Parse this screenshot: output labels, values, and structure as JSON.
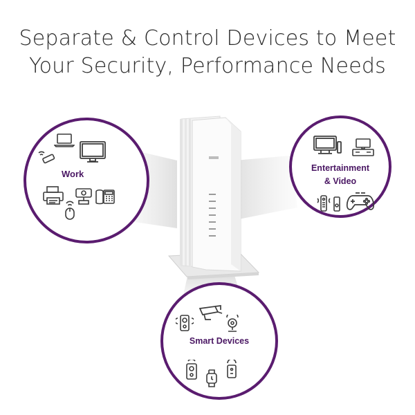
{
  "headline": {
    "line1": "Separate & Control Devices to Meet",
    "line2": "Your Security, Performance Needs"
  },
  "categories": {
    "work": {
      "label": "Work"
    },
    "entertainment": {
      "label_line1": "Entertainment",
      "label_line2": "& Video"
    },
    "smart": {
      "label": "Smart Devices"
    }
  },
  "colors": {
    "accent": "#5a1c6f",
    "label": "#4a1763",
    "icon": "#3c3c3c",
    "text": "#2b2b2b"
  },
  "icons": {
    "work": [
      "usb-wifi-icon",
      "laptop-icon",
      "monitor-icon",
      "printer-icon",
      "webcam-icon",
      "desk-phone-icon",
      "wireless-mouse-icon"
    ],
    "entertainment": [
      "tv-icon",
      "console-tv-icon",
      "remote-icon",
      "speaker-icon",
      "gamepad-icon"
    ],
    "smart": [
      "security-camera-icon",
      "smart-doorbell-icon",
      "smart-speaker-icon",
      "home-hub-icon",
      "smartwatch-icon",
      "smart-plug-icon"
    ]
  }
}
